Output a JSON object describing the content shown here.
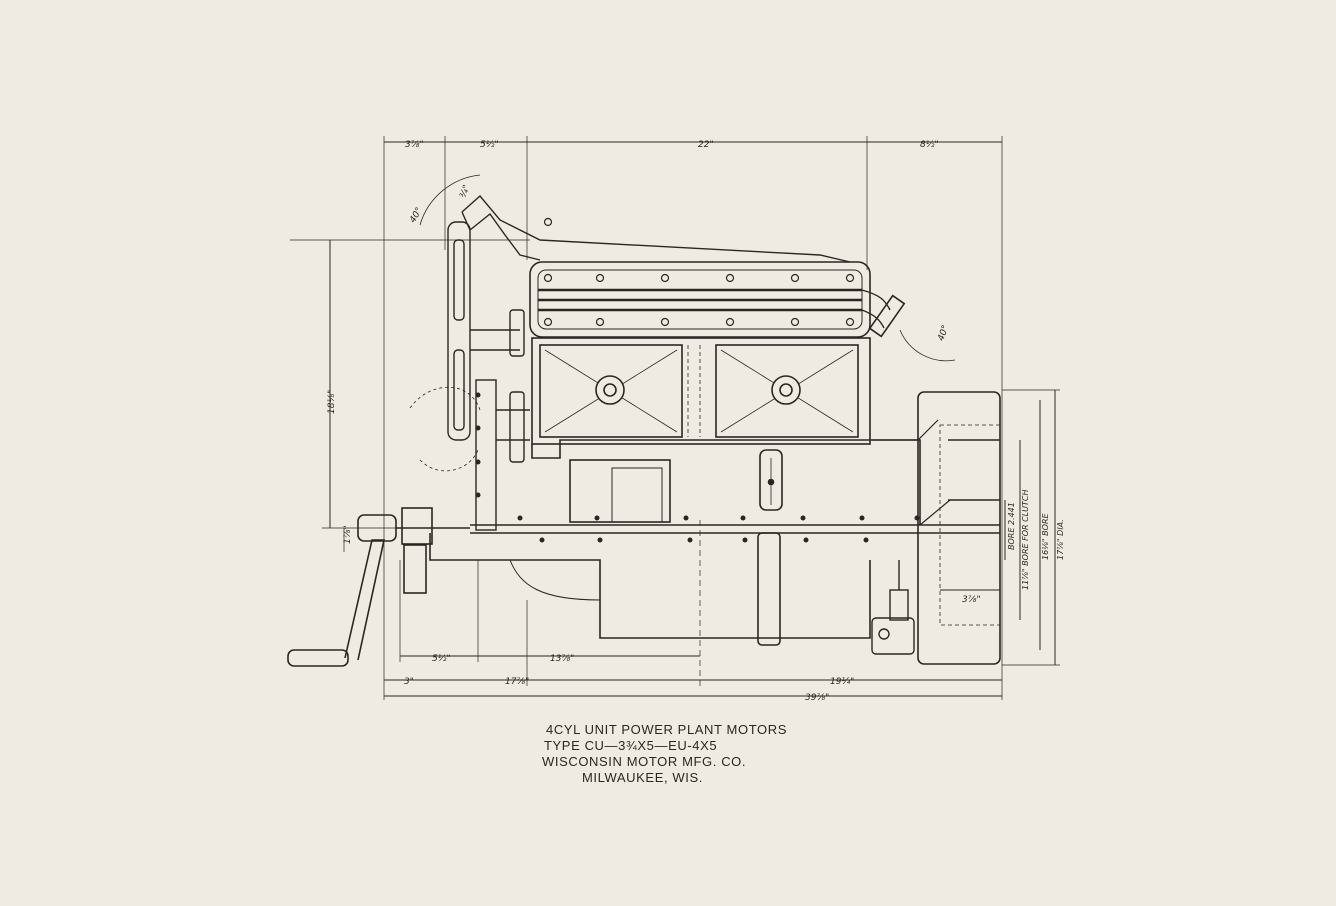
{
  "title_block": {
    "line1": "4CYL UNIT POWER PLANT MOTORS",
    "line2": "TYPE CU—3¾X5—EU-4X5",
    "line3": "WISCONSIN MOTOR MFG. CO.",
    "line4": "MILWAUKEE, WIS."
  },
  "dimensions": {
    "top_1": "3⅞\"",
    "top_2": "5½\"",
    "top_3": "22\"",
    "top_4": "8½\"",
    "angle_top": "40°",
    "angle_right": "40°",
    "fan_gap": "¾\"",
    "height_main": "18⅛\"",
    "crank_offset": "1⅞\"",
    "bottom_1": "5½\"",
    "bottom_2": "13⅞\"",
    "bottom_3": "3\"",
    "bottom_4": "17⅞\"",
    "bottom_5": "19¼\"",
    "bottom_total": "39⅞\"",
    "right_1": "3⅞\"",
    "right_bore": "BORE 2.441",
    "right_clutch": "11⅞\" BORE FOR CLUTCH",
    "right_bore2": "16⅛\" BORE",
    "right_dia": "17⅞\" DIA."
  },
  "colors": {
    "paper": "#efebe2",
    "ink": "#2a2622"
  }
}
